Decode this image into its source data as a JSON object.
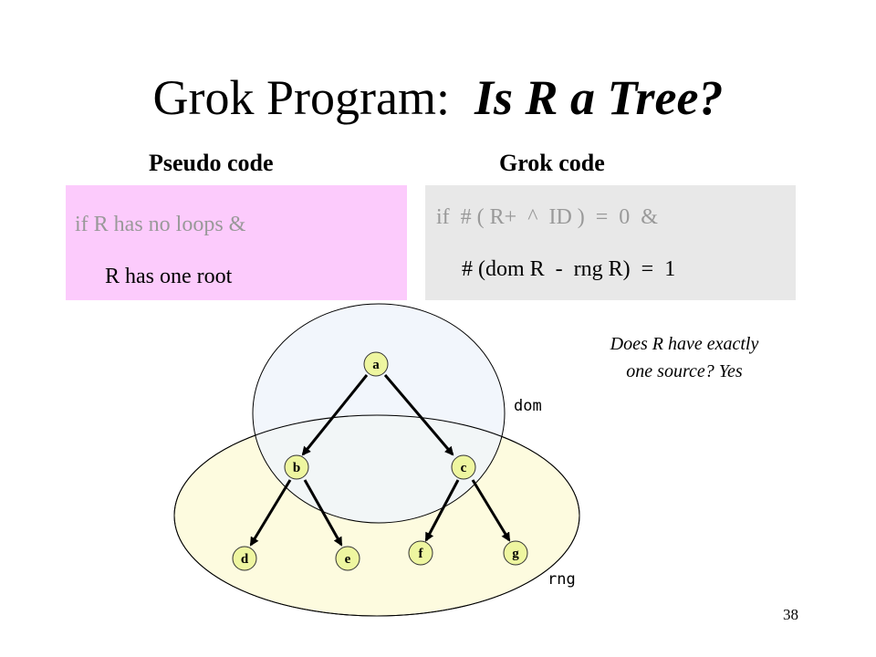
{
  "title": {
    "plain": "Grok Program:",
    "emphasis": "Is R a Tree?"
  },
  "pseudo": {
    "heading": "Pseudo code",
    "line1": "if R has no loops &",
    "line2": "R has one root",
    "bg": "#fccbfc"
  },
  "grok": {
    "heading": "Grok code",
    "line1": "if  # ( R+  ^  ID )  =  0  &",
    "line2": "# (dom R  -  rng R)  =  1",
    "bg": "#e8e8e8"
  },
  "note": {
    "line1": "Does R have exactly",
    "line2": "one source?  Yes"
  },
  "diagram": {
    "dom_label": "dom",
    "rng_label": "rng",
    "dom_fill": "#f0f5fb",
    "rng_fill": "#fdfbdf",
    "node_fill": "#eef6a0",
    "nodes": [
      "a",
      "b",
      "c",
      "d",
      "e",
      "f",
      "g"
    ],
    "edges": [
      [
        "a",
        "b"
      ],
      [
        "a",
        "c"
      ],
      [
        "b",
        "d"
      ],
      [
        "b",
        "e"
      ],
      [
        "c",
        "f"
      ],
      [
        "c",
        "g"
      ]
    ]
  },
  "page_number": "38"
}
